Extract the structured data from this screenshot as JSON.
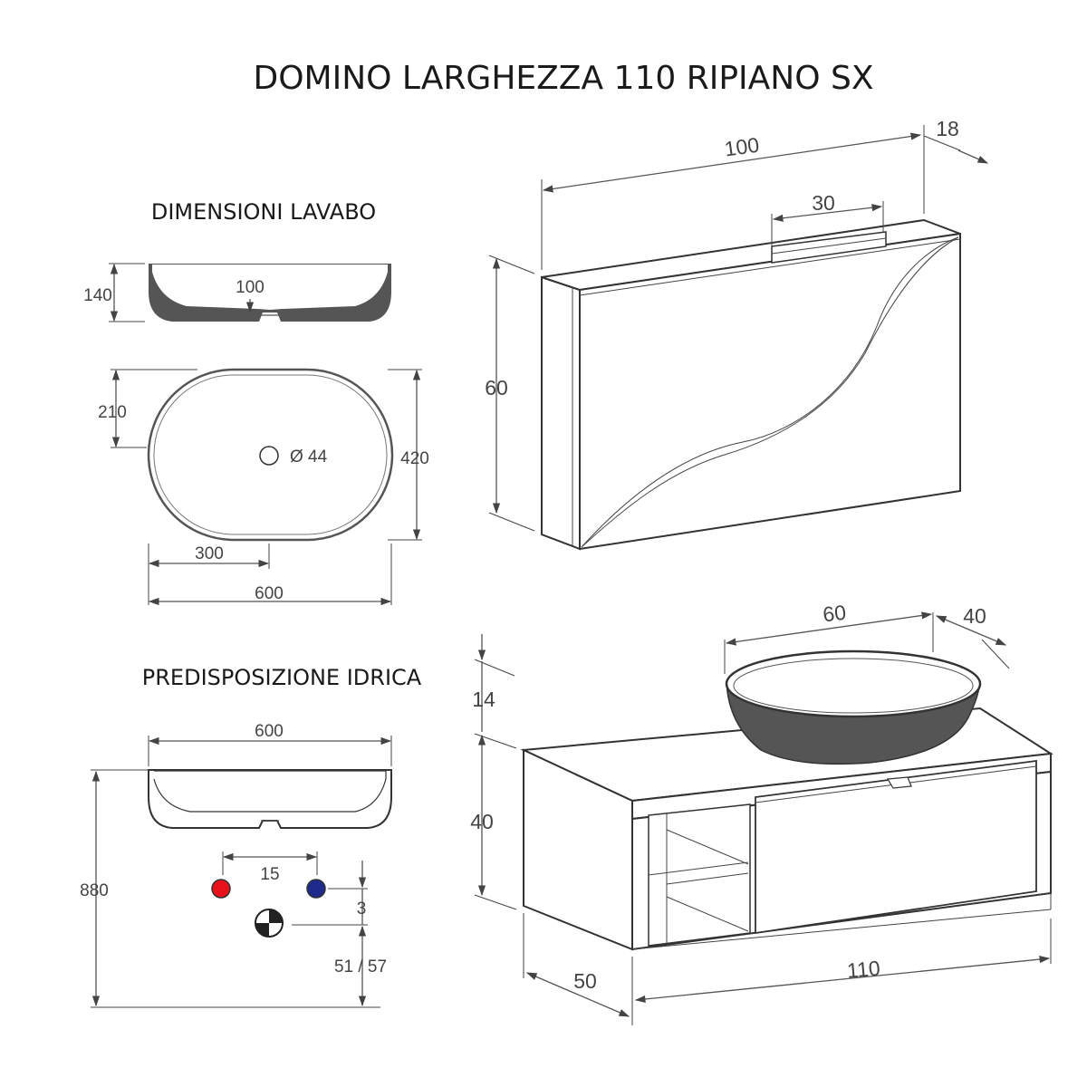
{
  "title": "DOMINO LARGHEZZA 110 RIPIANO SX",
  "sections": {
    "basin": "DIMENSIONI LAVABO",
    "plumbing": "PREDISPOSIZIONE IDRICA"
  },
  "basin_dims": {
    "height": "140",
    "inner_depth": "100",
    "half_depth": "210",
    "depth": "420",
    "drain": "Ø 44",
    "half_width": "300",
    "width": "600"
  },
  "plumbing_dims": {
    "width": "600",
    "height": "880",
    "pipe_spacing": "15",
    "offset": "3",
    "drain_height": "51 / 57"
  },
  "mirror_dims": {
    "width": "100",
    "depth": "18",
    "light_width": "30",
    "height": "60"
  },
  "cabinet_dims": {
    "basin_width": "60",
    "basin_depth": "40",
    "basin_height": "14",
    "cabinet_height": "40",
    "cabinet_depth": "50",
    "cabinet_width": "110"
  },
  "colors": {
    "hot": "#e8101a",
    "cold": "#1e2a8c",
    "basin_fill": "#555555"
  }
}
